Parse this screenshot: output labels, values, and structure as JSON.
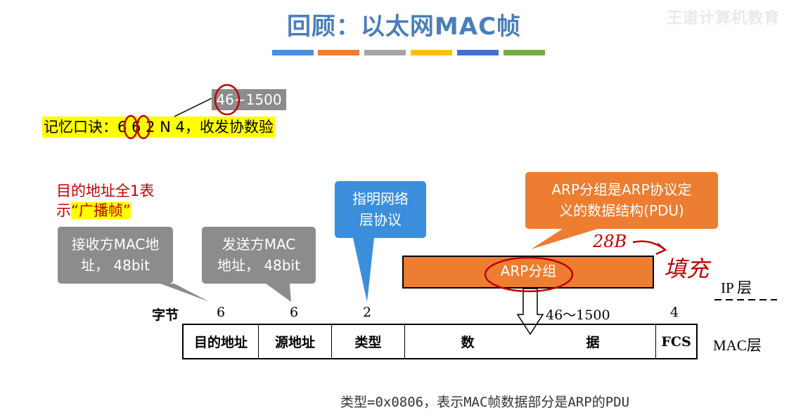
{
  "title": "回顾：以太网MAC帧",
  "watermark": "王道计算机教育",
  "colors": {
    "title": "#4a7ebb",
    "deco_bars": [
      "#4a90d9",
      "#ed7d31",
      "#a5a5a5",
      "#ffc000",
      "#4472c4",
      "#70ad47"
    ],
    "gray_callout": "#8c8c8c",
    "blue_callout": "#3a8edb",
    "orange": "#ed7d31",
    "annotation_red": "#c00000",
    "highlight": "#ffff00"
  },
  "formula_box": "46~1500",
  "mnemonic": "记忆口诀：6 6 2 N 4，收发协数验",
  "red_note": {
    "line1": "目的地址全1表",
    "line2_prefix": "示",
    "line2_highlight": "“广播帧”"
  },
  "callouts": {
    "dest": "接收方MAC地\n址， 48bit",
    "src": "发送方MAC\n地址， 48bit",
    "type": "指明网络\n层协议",
    "arp": "ARP分组是ARP协议定\n义的数据结构(PDU)"
  },
  "arp_packet_label": "ARP分组",
  "handwriting": {
    "size": "28B",
    "padding": "填充"
  },
  "ip_layer": "IP 层",
  "mac_layer": "MAC层",
  "byte_label": "字节",
  "byte_counts": {
    "dest": "6",
    "src": "6",
    "type": "2",
    "data": "46～1500",
    "fcs": "4"
  },
  "frame_fields": {
    "dest": "目的地址",
    "src": "源地址",
    "type": "类型",
    "data_part1": "数",
    "data_part2": "据",
    "fcs": "FCS"
  },
  "bottom_note": "类型=0x0806，表示MAC帧数据部分是ARP的PDU"
}
